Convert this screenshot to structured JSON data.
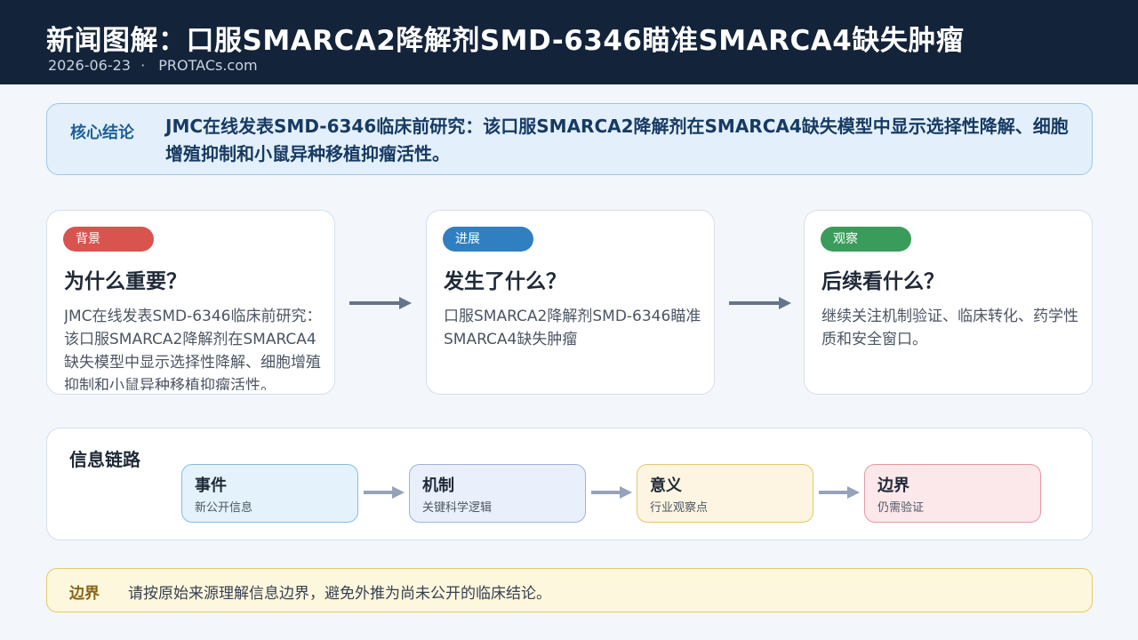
{
  "header": {
    "title": "新闻图解：口服SMARCA2降解剂SMD-6346瞄准SMARCA4缺失肿瘤",
    "date": "2026-06-23",
    "separator": "·",
    "source": "PROTACs.com"
  },
  "conclusion": {
    "label": "核心结论",
    "text": "JMC在线发表SMD-6346临床前研究：该口服SMARCA2降解剂在SMARCA4缺失模型中显示选择性降解、细胞增殖抑制和小鼠异种移植抑瘤活性。"
  },
  "cards": [
    {
      "badge": "背景",
      "heading": "为什么重要？",
      "body": "JMC在线发表SMD-6346临床前研究：该口服SMARCA2降解剂在SMARCA4缺失模型中显示选择性降解、细胞增殖抑制和小鼠异种移植抑瘤活性。"
    },
    {
      "badge": "进展",
      "heading": "发生了什么？",
      "body": "口服SMARCA2降解剂SMD-6346瞄准SMARCA4缺失肿瘤"
    },
    {
      "badge": "观察",
      "heading": "后续看什么？",
      "body": "继续关注机制验证、临床转化、药学性质和安全窗口。"
    }
  ],
  "chain": {
    "label": "信息链路",
    "steps": [
      {
        "name": "事件",
        "desc": "新公开信息"
      },
      {
        "name": "机制",
        "desc": "关键科学逻辑"
      },
      {
        "name": "意义",
        "desc": "行业观察点"
      },
      {
        "name": "边界",
        "desc": "仍需验证"
      }
    ]
  },
  "boundary": {
    "label": "边界",
    "text": "请按原始来源理解信息边界，避免外推为尚未公开的临床结论。"
  },
  "colors": {
    "header_bg": "#13233a",
    "badge_background": "#d9534f",
    "badge_progress": "#2f7fc1",
    "badge_observe": "#3a9c5a",
    "arrow": "#64748b"
  },
  "icons": {
    "flow_arrow": "arrow-right-icon"
  }
}
